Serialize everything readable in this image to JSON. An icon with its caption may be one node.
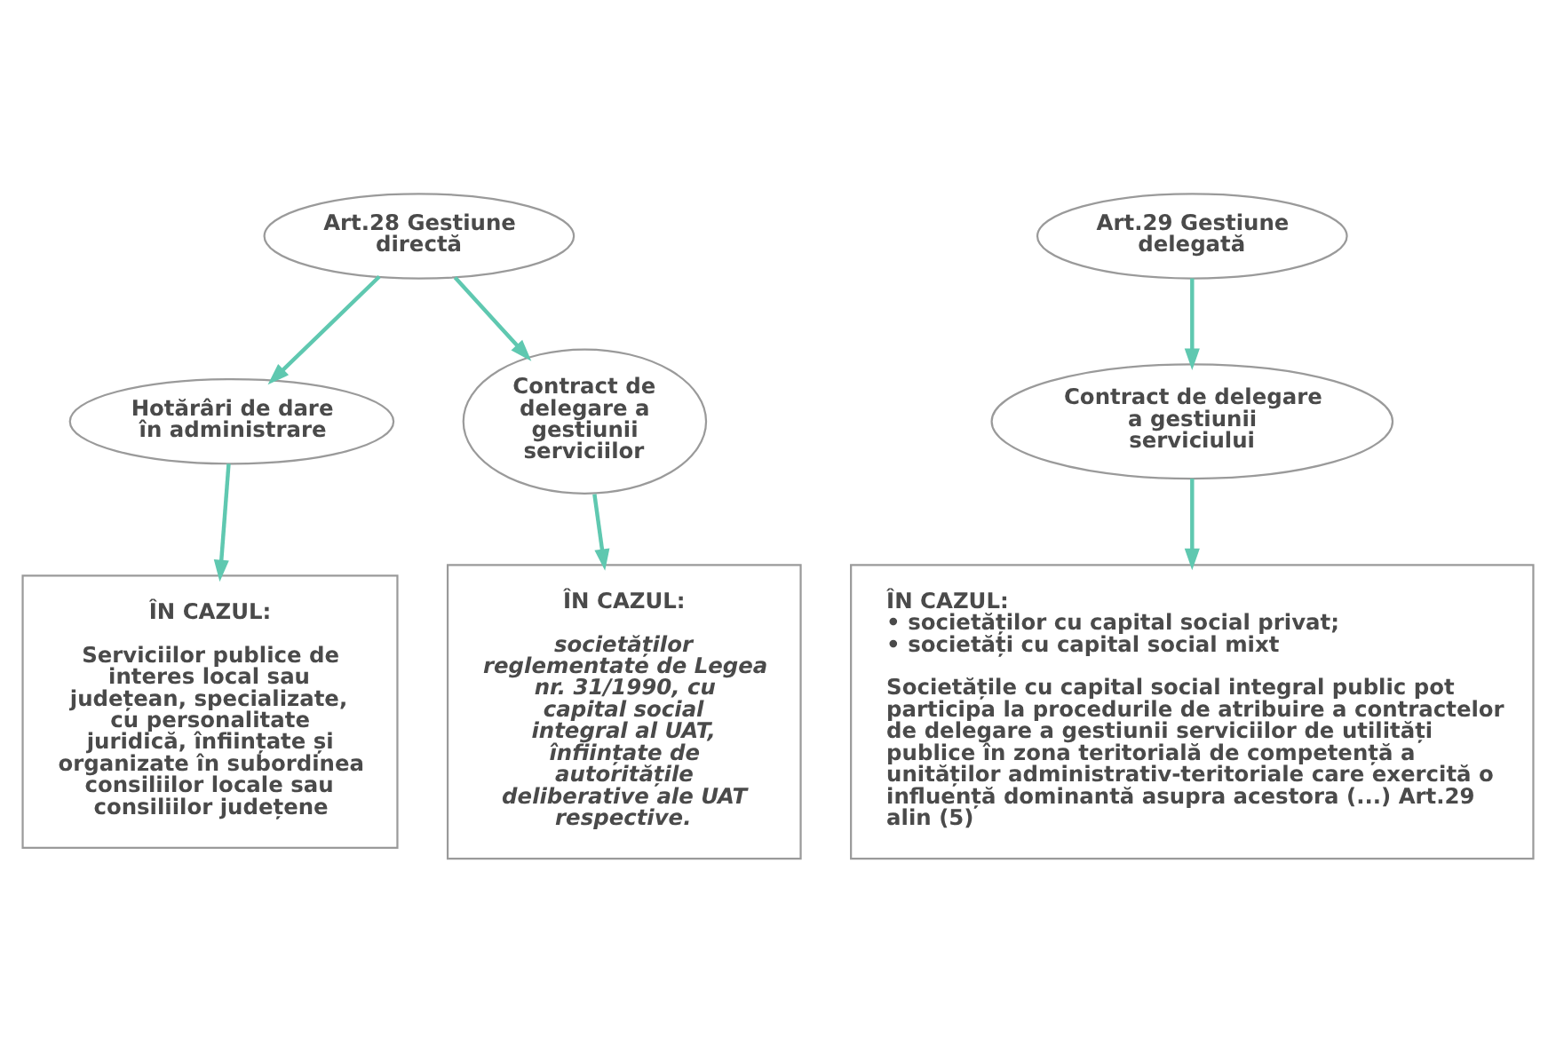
{
  "diagram": {
    "nodes": [
      {
        "text": [
          "Art.28 Gestiune directă"
        ]
      },
      {
        "text": [
          "Hotărâri de dare în administrare"
        ]
      },
      {
        "text": [
          "Contract de delegare a gestiunii serviciilor"
        ]
      },
      {
        "text": [
          "ÎN CAZUL:",
          "Serviciilor publice de interes local sau județean, specializate, cu personalitate juridică, înființate și organizate în subordinea consiliilor locale sau consiliilor județene"
        ]
      },
      {
        "text": [
          "ÎN CAZUL:",
          "societăților reglementate de Legea nr. 31/1990, cu capital social integral al UAT, înființate de autoritățile deliberative ale UAT respective."
        ]
      },
      {
        "text": [
          "Art.29 Gestiune delegată"
        ]
      },
      {
        "text": [
          "Contract de delegare a gestiunii serviciului"
        ]
      },
      {
        "text": [
          "ÎN CAZUL:",
          "• societăților cu capital social privat;",
          "• societăți cu capital social mixt",
          "Societățile cu capital social integral public pot participa la procedurile de atribuire a contractelor de delegare a gestiunii serviciilor de utilități publice în zona teritorială de competență a unităților administrativ-teritoriale care exercită o influență dominantă asupra acestora (...) Art.29 alin (5)"
        ]
      }
    ],
    "edges": [
      {
        "from": 0,
        "to": 1,
        "arrow": "to"
      },
      {
        "from": 0,
        "to": 2,
        "arrow": "to"
      },
      {
        "from": 1,
        "to": 3,
        "arrow": "to"
      },
      {
        "from": 2,
        "to": 4,
        "arrow": "to"
      },
      {
        "from": 5,
        "to": 6,
        "arrow": "to"
      },
      {
        "from": 6,
        "to": 7,
        "arrow": "to"
      }
    ]
  }
}
